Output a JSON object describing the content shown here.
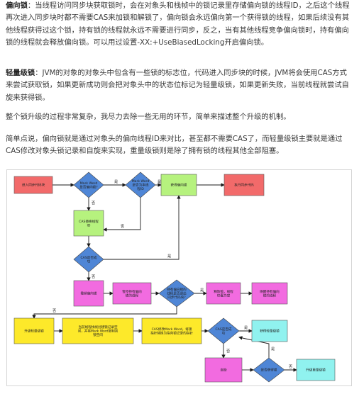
{
  "para1": {
    "term": "偏向锁",
    "sep": "：",
    "text": "当线程访问同步块获取锁时，会在对象头和栈帧中的锁记录里存储偏向锁的线程ID，之后这个线程再次进入同步块时都不需要CAS来加锁和解锁了，偏向锁会永远偏向第一个获得锁的线程，如果后续没有其他线程获得过这个锁，持有锁的线程就永远不需要进行同步，反之，当有其他线程竞争偏向锁时，持有偏向锁的线程就会释放偏向锁。可以用过设置-XX:+UseBiasedLocking开启偏向锁。"
  },
  "para2": {
    "term": "轻量级锁",
    "sep": "：",
    "text": "JVM的对象的对象头中包含有一些锁的标志位，代码进入同步块的时候，JVM将会使用CAS方式来尝试获取锁，如果更新成功则会把对象头中的状态位标记为轻量级锁，如果更新失败，当前线程就尝试自旋来获得锁。"
  },
  "para3": {
    "text": "整个锁升级的过程非常复杂，我尽力去除一些无用的环节，简单来描述整个升级的机制。"
  },
  "para4": {
    "text": "简单点说，偏向锁就是通过对象头的偏向线程ID来对比，甚至都不需要CAS了，而轻量级锁主要就是通过CAS修改对象头锁记录和自旋来实现，重量级锁则是除了拥有锁的线程其他全部阻塞。"
  },
  "flowchart": {
    "colors": {
      "red": "#f26a6a",
      "blue": "#4f86d6",
      "green": "#b6f27e",
      "magenta": "#f26be0",
      "yellow": "#fde92a",
      "cyan": "#90f2ef",
      "line": "#1b1b1b"
    },
    "nodes": {
      "enter_sync": "进入同步代码块",
      "check_mark": "Mark Word\n是否偏向锁?",
      "check_thread": "Mark Word\n是否为本线\n程ID",
      "get_biased": "获得偏向锁",
      "exec_sync": "执行同步代码",
      "cas_replace": "CAS替换线程\nID",
      "cas_success": "CAS是否成\n功",
      "revoke_biased": "撤销偏向锁",
      "pause_thread": "暂停持有偏向\n锁的线程",
      "check_holder": "持有偏向锁的\n线程是否退出\n同步代码块?",
      "release_lock": "释放锁，线程\nID置为空",
      "wake_thread": "唤醒持有偏向\n锁的线程",
      "upgrade_light": "升级轻量级锁",
      "alloc_record": "当前线程栈帧创建锁记录空\n间，并将Mark Word复制到\n锁空间",
      "cas_replace_mark": "CAS修改Mark Word，将锁\n指针替换为指向锁记录的指针",
      "cas_ok2": "CAS是否成\n功",
      "get_light": "获得轻量级锁",
      "spin": "自旋",
      "spin_ok": "是否获得锁",
      "upgrade_heavy": "升级重量级锁"
    },
    "edge_labels": {
      "yes": "是",
      "no": "否"
    }
  }
}
